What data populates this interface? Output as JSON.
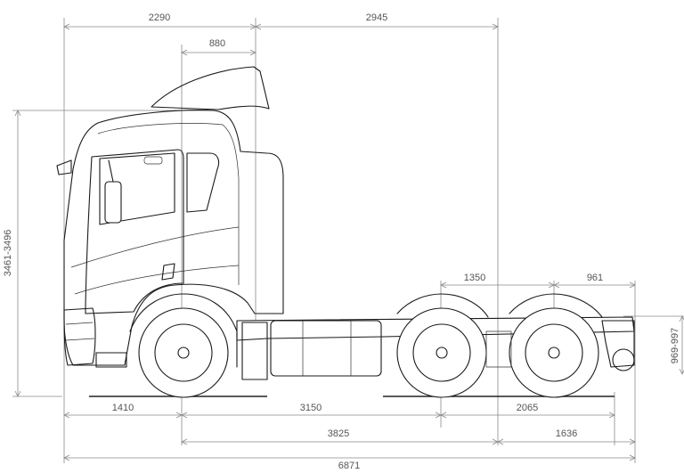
{
  "dimensions": {
    "top_left": "2290",
    "top_right": "2945",
    "cab_top": "880",
    "height": "3461-3496",
    "rear_axle_spacing": "1350",
    "rear_overhang_top": "961",
    "fifth_wheel_height": "969-997",
    "front_overhang": "1410",
    "wheelbase_front": "3150",
    "rear_bogie": "2065",
    "wheelbase_total": "3825",
    "rear_overhang": "1636",
    "overall_length": "6871"
  },
  "colors": {
    "line": "#1a1a1a",
    "dimension": "#8a8a8a",
    "text": "#555555"
  }
}
